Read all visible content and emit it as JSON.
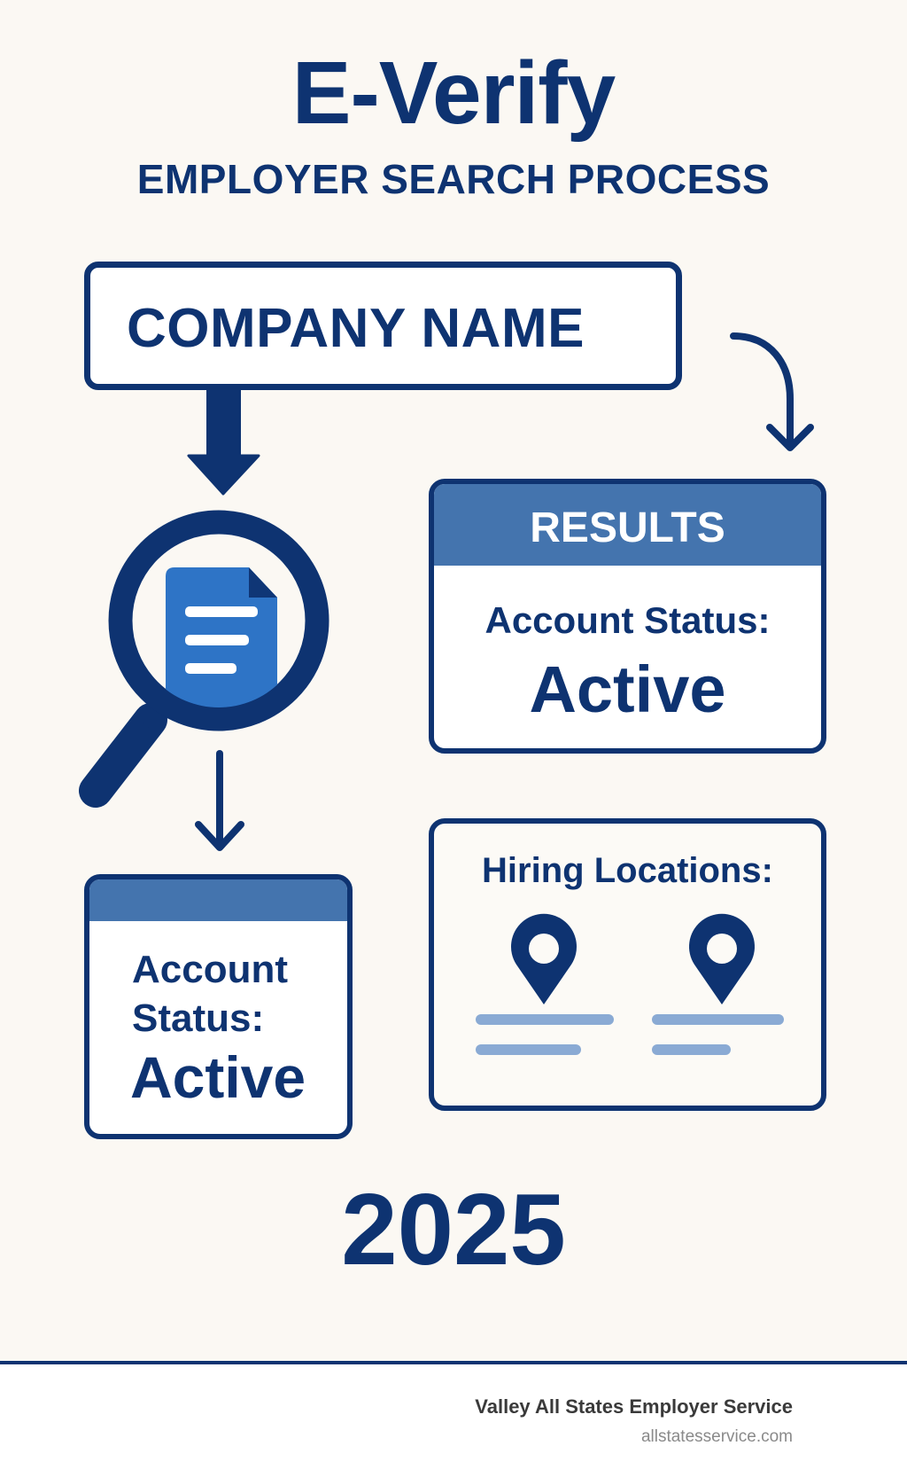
{
  "header": {
    "title": "E-Verify",
    "subtitle": "EMPLOYER SEARCH PROCESS"
  },
  "search_box": {
    "label": "COMPANY NAME"
  },
  "results_card": {
    "header": "RESULTS",
    "label": "Account Status:",
    "value": "Active"
  },
  "account_card": {
    "label_line1": "Account",
    "label_line2": "Status:",
    "value": "Active"
  },
  "hiring_card": {
    "title": "Hiring Locations:",
    "locations": [
      {
        "icon": "map-pin-icon"
      },
      {
        "icon": "map-pin-icon"
      }
    ]
  },
  "year": "2025",
  "footer": {
    "organization": "Valley All States Employer Service",
    "website": "allstatesservice.com"
  },
  "icons": {
    "magnifier": "magnifying-glass-icon",
    "document": "document-icon",
    "arrows": [
      "arrow-down-icon",
      "curved-arrow-icon",
      "arrow-down-icon"
    ]
  },
  "colors": {
    "navy": "#0E3371",
    "header_blue": "#4474AE",
    "doc_blue": "#2E74C6",
    "placeholder_line": "#8AAAD4",
    "background": "#FBF8F3"
  }
}
